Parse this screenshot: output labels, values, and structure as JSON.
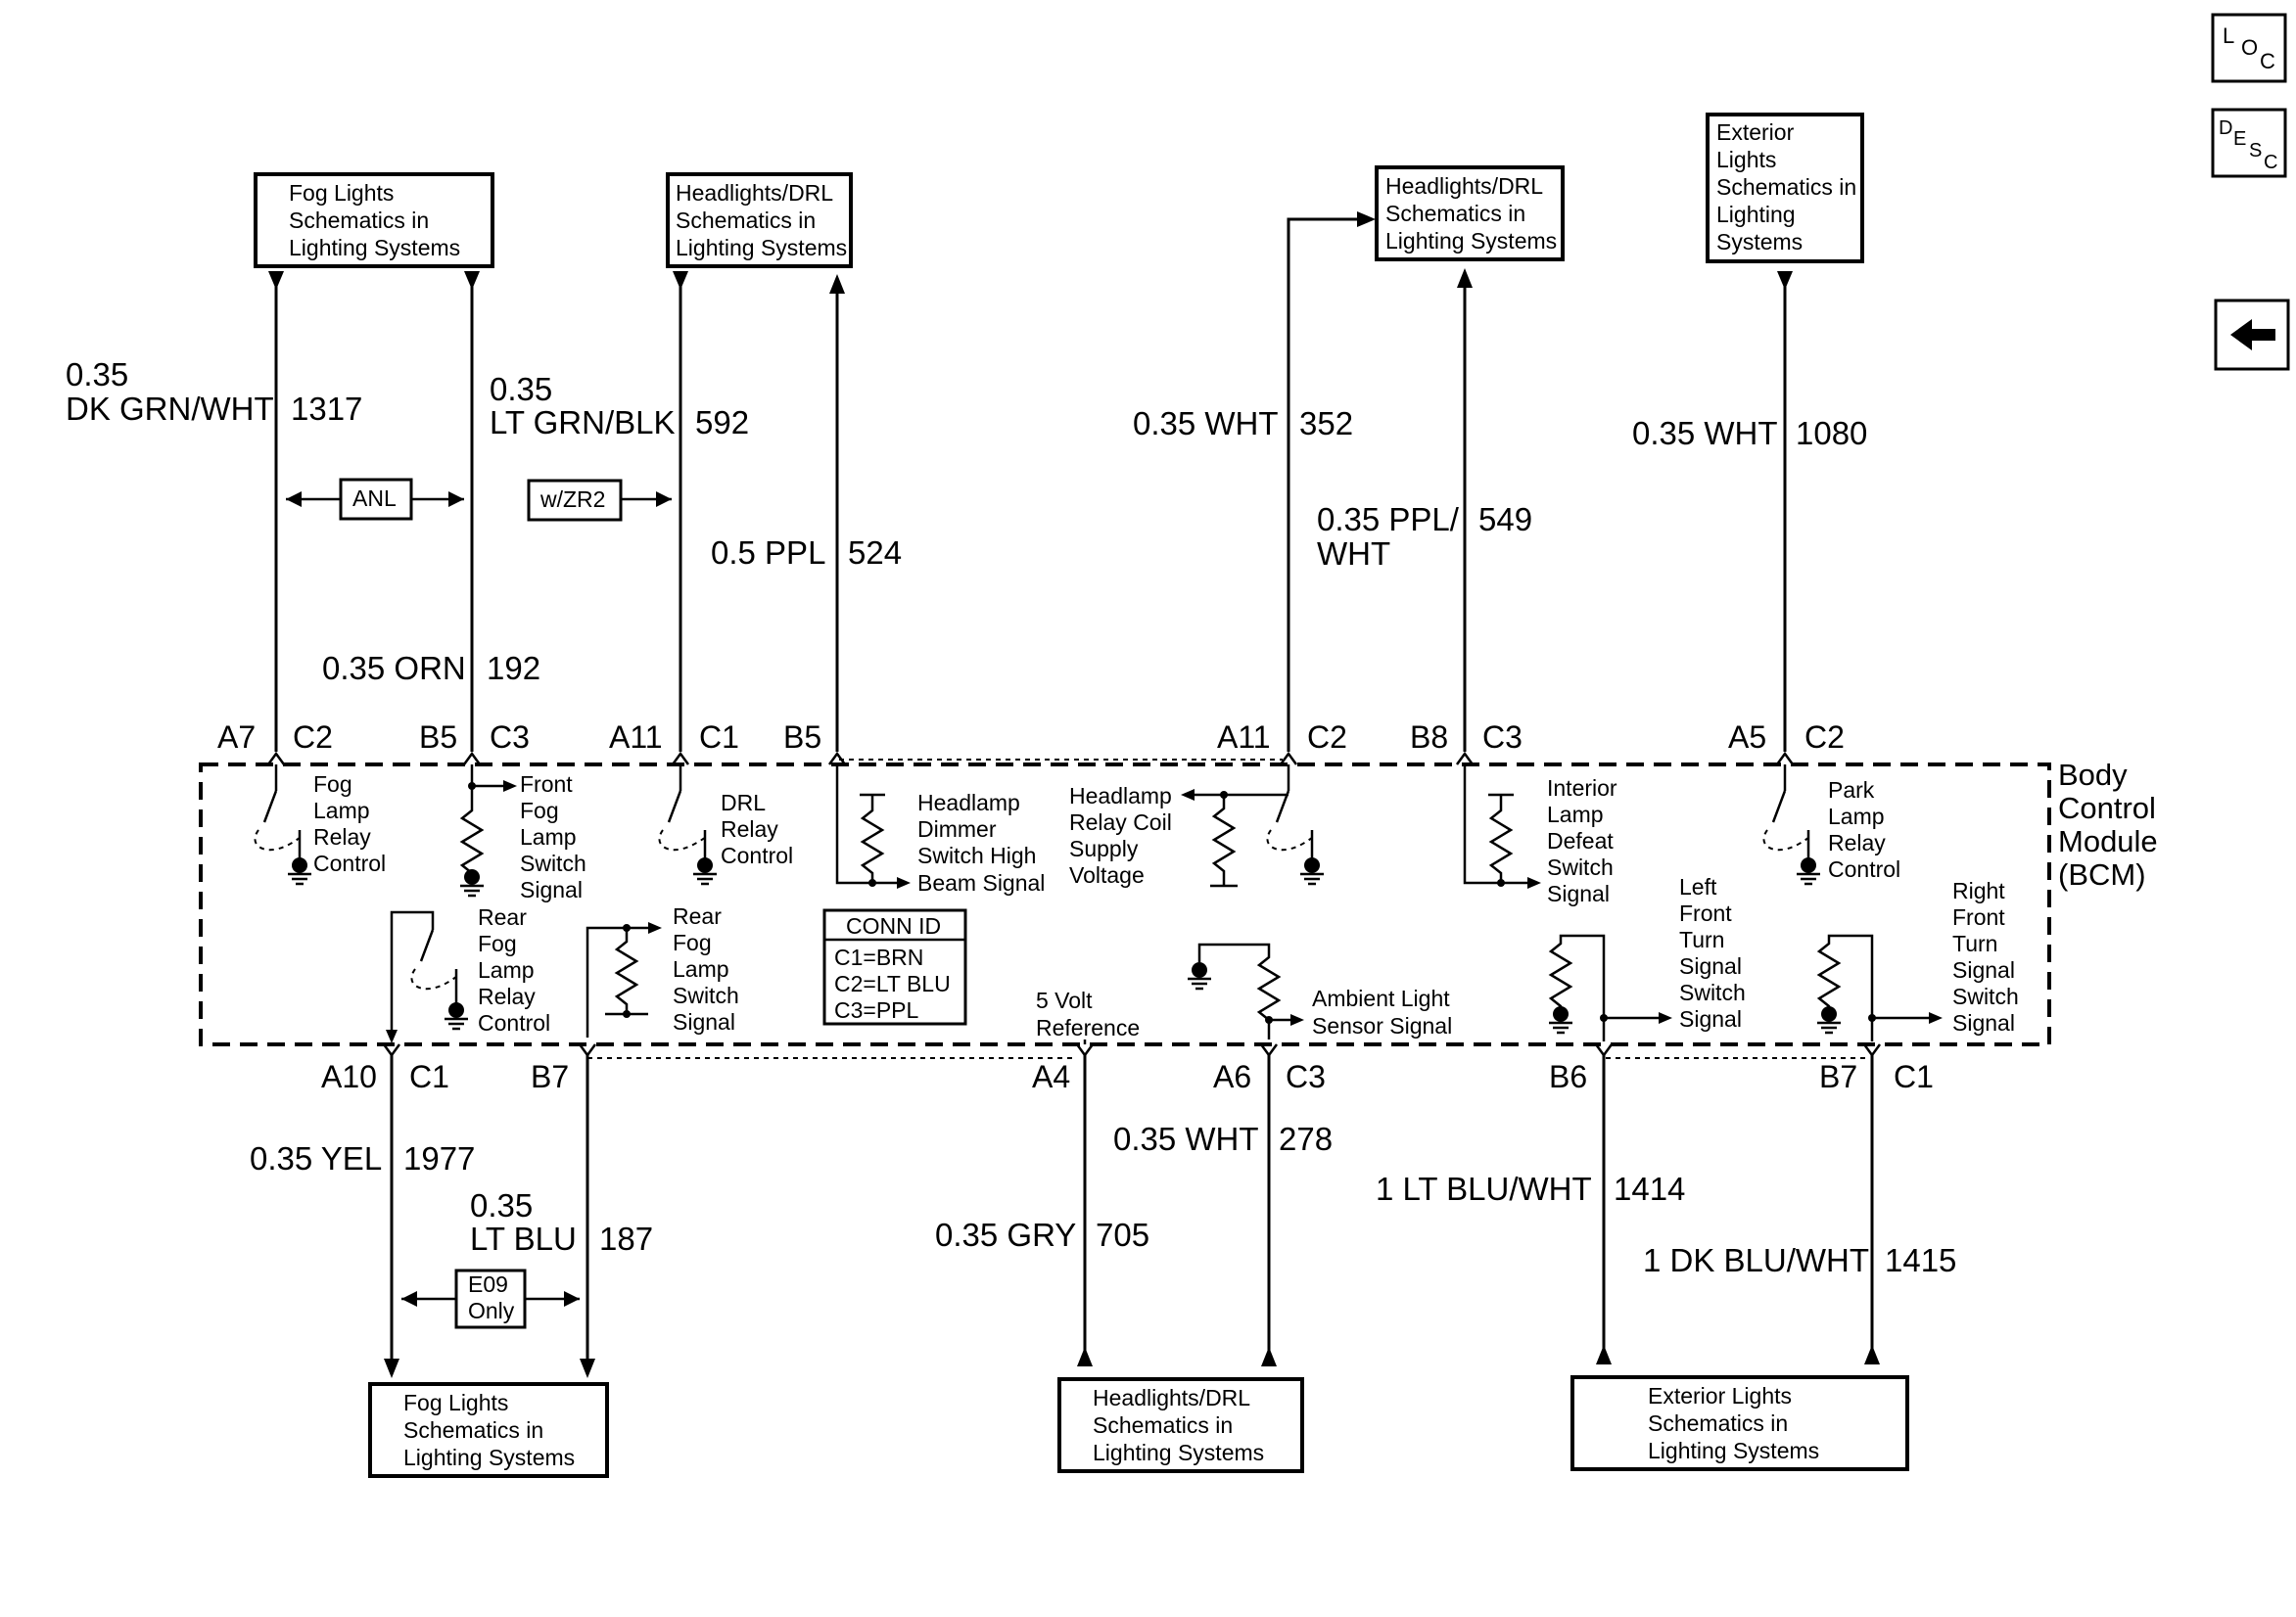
{
  "nav": {
    "loc_l": "L",
    "loc_o": "O",
    "loc_c": "C",
    "desc_d": "D",
    "desc_e": "E",
    "desc_s": "S",
    "desc_c": "C"
  },
  "bcm_label": [
    "Body",
    "Control",
    "Module",
    "(BCM)"
  ],
  "top_boxes": {
    "fog": [
      "Fog Lights",
      "Schematics in",
      "Lighting Systems"
    ],
    "hdrl1": [
      "Headlights/DRL",
      "Schematics in",
      "Lighting Systems"
    ],
    "hdrl2": [
      "Headlights/DRL",
      "Schematics in",
      "Lighting Systems"
    ],
    "ext": [
      "Exterior",
      "Lights",
      "Schematics in",
      "Lighting",
      "Systems"
    ]
  },
  "bottom_boxes": {
    "fog": [
      "Fog Lights",
      "Schematics in",
      "Lighting Systems"
    ],
    "hdrl": [
      "Headlights/DRL",
      "Schematics in",
      "Lighting Systems"
    ],
    "ext": [
      "Exterior Lights",
      "Schematics in",
      "Lighting Systems"
    ]
  },
  "options": {
    "anl": "ANL",
    "zr2": "w/ZR2",
    "e09": [
      "E09",
      "Only"
    ]
  },
  "wires": {
    "w1317": {
      "size": "0.35",
      "color": "DK GRN/WHT",
      "circuit": "1317"
    },
    "w592": {
      "size": "0.35",
      "color": "LT GRN/BLK",
      "circuit": "592"
    },
    "w192": {
      "label": "0.35 ORN",
      "circuit": "192"
    },
    "w524": {
      "label": "0.5 PPL",
      "circuit": "524"
    },
    "w352": {
      "label": "0.35 WHT",
      "circuit": "352"
    },
    "w549": {
      "line1": "0.35 PPL/",
      "line2": "WHT",
      "circuit": "549"
    },
    "w1080": {
      "label": "0.35 WHT",
      "circuit": "1080"
    },
    "w1977": {
      "label": "0.35 YEL",
      "circuit": "1977"
    },
    "w187": {
      "size": "0.35",
      "color": "LT BLU",
      "circuit": "187"
    },
    "w278": {
      "label": "0.35 WHT",
      "circuit": "278"
    },
    "w705": {
      "label": "0.35 GRY",
      "circuit": "705"
    },
    "w1414": {
      "label": "1 LT BLU/WHT",
      "circuit": "1414"
    },
    "w1415": {
      "label": "1 DK BLU/WHT",
      "circuit": "1415"
    }
  },
  "pins_top": [
    {
      "pin": "A7",
      "conn": "C2"
    },
    {
      "pin": "B5",
      "conn": "C3"
    },
    {
      "pin": "A11",
      "conn": "C1"
    },
    {
      "pin": "B5",
      "conn": ""
    },
    {
      "pin": "A11",
      "conn": "C2"
    },
    {
      "pin": "B8",
      "conn": "C3"
    },
    {
      "pin": "A5",
      "conn": "C2"
    }
  ],
  "pins_bottom": [
    {
      "pin": "A10",
      "conn": "C1"
    },
    {
      "pin": "B7",
      "conn": ""
    },
    {
      "pin": "A4",
      "conn": ""
    },
    {
      "pin": "A6",
      "conn": "C3"
    },
    {
      "pin": "B6",
      "conn": ""
    },
    {
      "pin": "B7",
      "conn": "C1"
    }
  ],
  "components": {
    "fog_relay": [
      "Fog",
      "Lamp",
      "Relay",
      "Control"
    ],
    "front_fog_switch": [
      "Front",
      "Fog",
      "Lamp",
      "Switch",
      "Signal"
    ],
    "drl_relay": [
      "DRL",
      "Relay",
      "Control"
    ],
    "dimmer": [
      "Headlamp",
      "Dimmer",
      "Switch High",
      "Beam Signal"
    ],
    "relay_coil": [
      "Headlamp",
      "Relay Coil",
      "Supply",
      "Voltage"
    ],
    "interior_defeat": [
      "Interior",
      "Lamp",
      "Defeat",
      "Switch",
      "Signal"
    ],
    "park_relay": [
      "Park",
      "Lamp",
      "Relay",
      "Control"
    ],
    "rear_fog_relay": [
      "Rear",
      "Fog",
      "Lamp",
      "Relay",
      "Control"
    ],
    "rear_fog_switch": [
      "Rear",
      "Fog",
      "Lamp",
      "Switch",
      "Signal"
    ],
    "five_volt": [
      "5 Volt",
      "Reference"
    ],
    "ambient": [
      "Ambient Light",
      "Sensor Signal"
    ],
    "left_turn": [
      "Left",
      "Front",
      "Turn",
      "Signal",
      "Switch",
      "Signal"
    ],
    "right_turn": [
      "Right",
      "Front",
      "Turn",
      "Signal",
      "Switch",
      "Signal"
    ]
  },
  "conn_id": {
    "title": "CONN ID",
    "lines": [
      "C1=BRN",
      "C2=LT BLU",
      "C3=PPL"
    ]
  }
}
